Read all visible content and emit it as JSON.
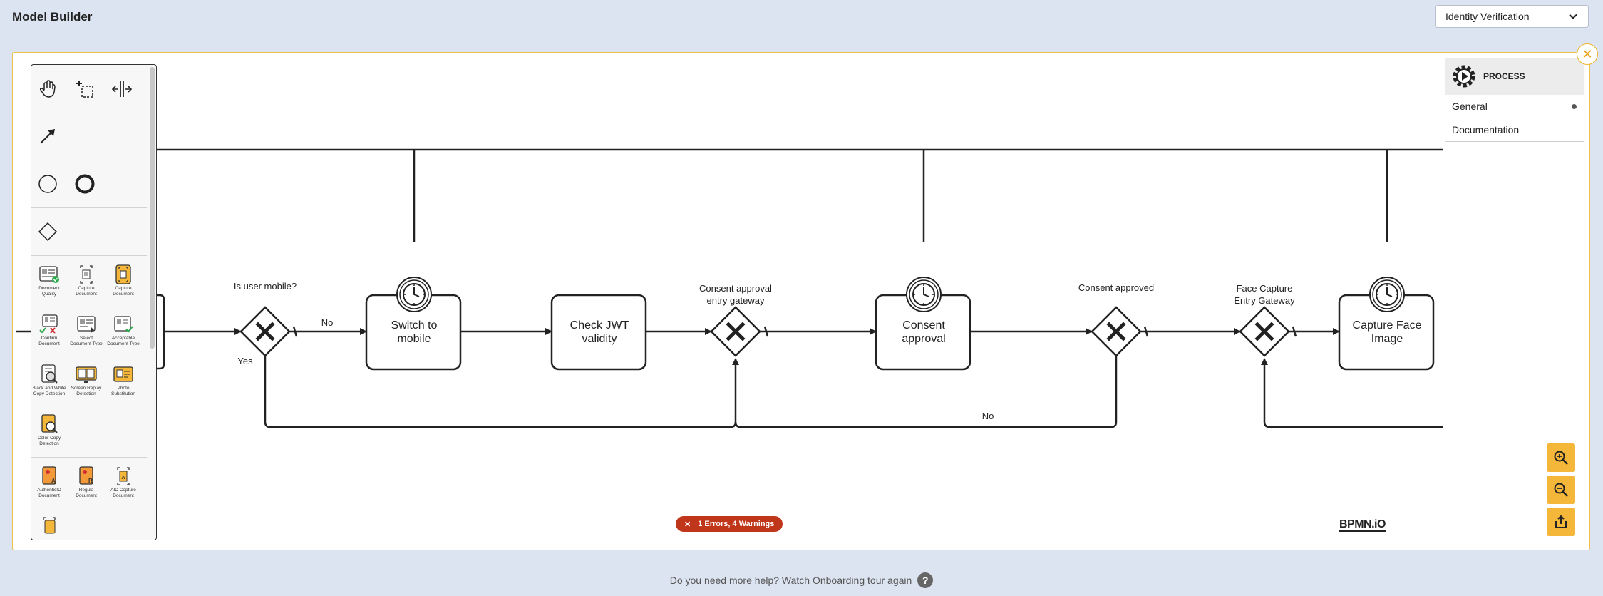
{
  "app": {
    "title": "Model Builder"
  },
  "process_select": {
    "value": "Identity Verification"
  },
  "diagram": {
    "labels": {
      "is_mobile": "Is user mobile?",
      "no1": "No",
      "yes": "Yes",
      "consent_entry_1": "Consent approval",
      "consent_entry_2": "entry gateway",
      "consent_approved": "Consent approved",
      "face_gateway_1": "Face Capture",
      "face_gateway_2": "Entry Gateway",
      "no2": "No"
    },
    "tasks": {
      "switch_1": "Switch to",
      "switch_2": "mobile",
      "jwt_1": "Check JWT",
      "jwt_2": "validity",
      "consent_1": "Consent",
      "consent_2": "approval",
      "face_1": "Capture Face",
      "face_2": "Image"
    }
  },
  "palette": {
    "tiles": [
      {
        "l1": "Document",
        "l2": "Quality"
      },
      {
        "l1": "Capture",
        "l2": "Document"
      },
      {
        "l1": "Capture",
        "l2": "Document"
      },
      {
        "l1": "Confirm",
        "l2": "Document"
      },
      {
        "l1": "Select",
        "l2": "Document Type"
      },
      {
        "l1": "Acceptable",
        "l2": "Document Type"
      },
      {
        "l1": "Black and White",
        "l2": "Copy Detection"
      },
      {
        "l1": "Screen Replay",
        "l2": "Detection"
      },
      {
        "l1": "Photo",
        "l2": "Substitution"
      },
      {
        "l1": "Color Copy",
        "l2": "Detection"
      },
      {
        "l1": "AuthenticID",
        "l2": "Document"
      },
      {
        "l1": "Regula",
        "l2": "Document"
      },
      {
        "l1": "AID Capture",
        "l2": "Document"
      }
    ]
  },
  "properties": {
    "header": "PROCESS",
    "rows": [
      {
        "label": "General"
      },
      {
        "label": "Documentation"
      }
    ]
  },
  "status": {
    "errors": "1 Errors, 4 Warnings"
  },
  "brand": {
    "logo": "BPMN.iO"
  },
  "footer": {
    "help": "Do you need more help? Watch Onboarding tour again",
    "q": "?"
  },
  "colors": {
    "accent": "#f4b73a",
    "error": "#c0361a",
    "background": "#dde4f1"
  }
}
